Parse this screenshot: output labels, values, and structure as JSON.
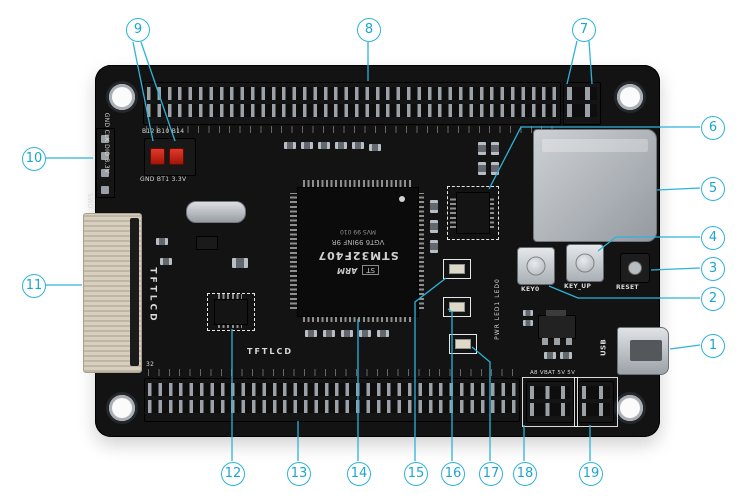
{
  "colors": {
    "callout": "#2eb3d9",
    "board": "#131313",
    "silkscreen": "#d9d9d9",
    "jumper_red": "#d1271c"
  },
  "callouts": [
    {
      "label": "1",
      "target": "usb-connector"
    },
    {
      "label": "2",
      "target": "key0-button"
    },
    {
      "label": "3",
      "target": "reset-button"
    },
    {
      "label": "4",
      "target": "key-up-button"
    },
    {
      "label": "5",
      "target": "sd-card-slot"
    },
    {
      "label": "6",
      "target": "spi-flash-chip"
    },
    {
      "label": "7",
      "target": "top-right-pin-header"
    },
    {
      "label": "8",
      "target": "top-pin-header"
    },
    {
      "label": "9",
      "target": "boot-jumpers"
    },
    {
      "label": "10",
      "target": "swd-debug-header"
    },
    {
      "label": "11",
      "target": "tft-lcd-fpc-connector"
    },
    {
      "label": "12",
      "target": "ic-chip"
    },
    {
      "label": "13",
      "target": "bottom-pin-header"
    },
    {
      "label": "14",
      "target": "stm32f407-mcu"
    },
    {
      "label": "15",
      "target": "led0"
    },
    {
      "label": "16",
      "target": "led1"
    },
    {
      "label": "17",
      "target": "power-led"
    },
    {
      "label": "18",
      "target": "io-pin-header"
    },
    {
      "label": "19",
      "target": "power-5v-header"
    }
  ],
  "board": {
    "mcu": {
      "brand": "ST",
      "core": "ARM",
      "part": "STM32F407",
      "variant": "VGT6 99INF 9R",
      "lot": "MVS 99 010"
    },
    "silkscreen": {
      "boot_top": "B12 B10 B14",
      "boot_bottom": "GND BT1 3.3V",
      "swd": "SWD",
      "swd_pins": "GND CLK DIO 3.3V",
      "lcd_side": "TFTLCD",
      "lcd_bottom": "TFTLCD",
      "lcd_pin32": "32",
      "key0": "KEY0",
      "key_up": "KEY_UP",
      "reset": "RESET",
      "usb": "USB",
      "leds": "PWR LED1 LED0",
      "power_pins": "A8 VBAT 5V 5V"
    }
  }
}
